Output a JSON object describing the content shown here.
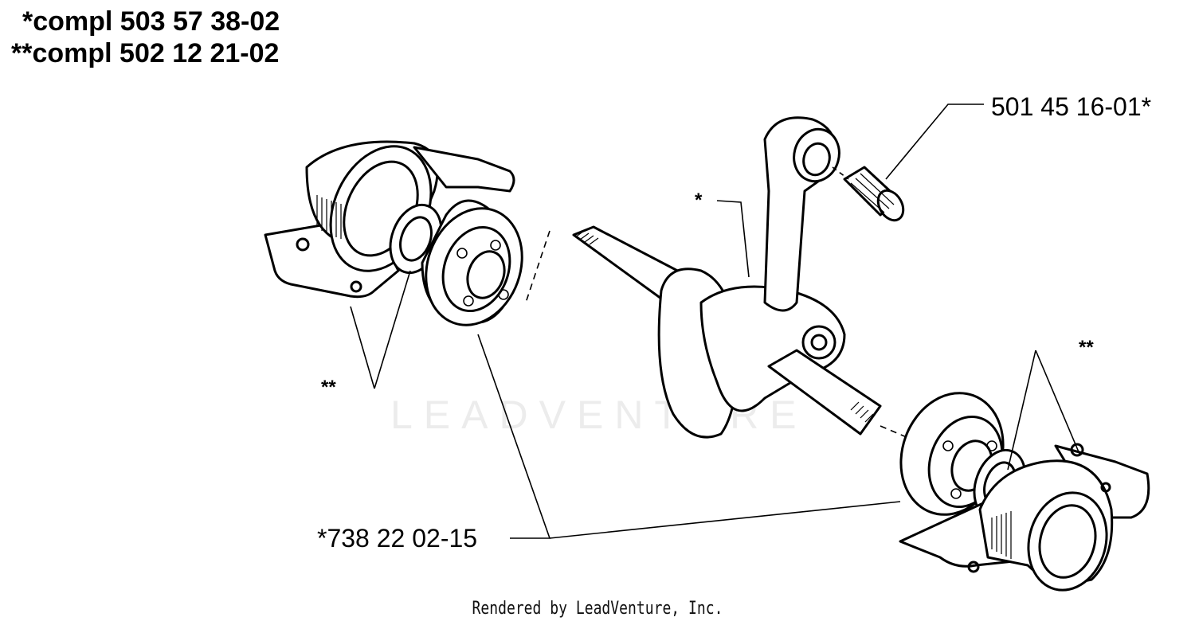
{
  "header": {
    "line1": "*compl 503 57 38-02",
    "line2": "**compl 502 12 21-02"
  },
  "callouts": {
    "needle_bearing": "501 45 16-01*",
    "connecting_rod": "*",
    "left_seal": "**",
    "right_seal": "**",
    "ball_bearing": "*738 22 02-15"
  },
  "watermark": "LEADVENTURE",
  "footer": "Rendered by LeadVenture, Inc."
}
